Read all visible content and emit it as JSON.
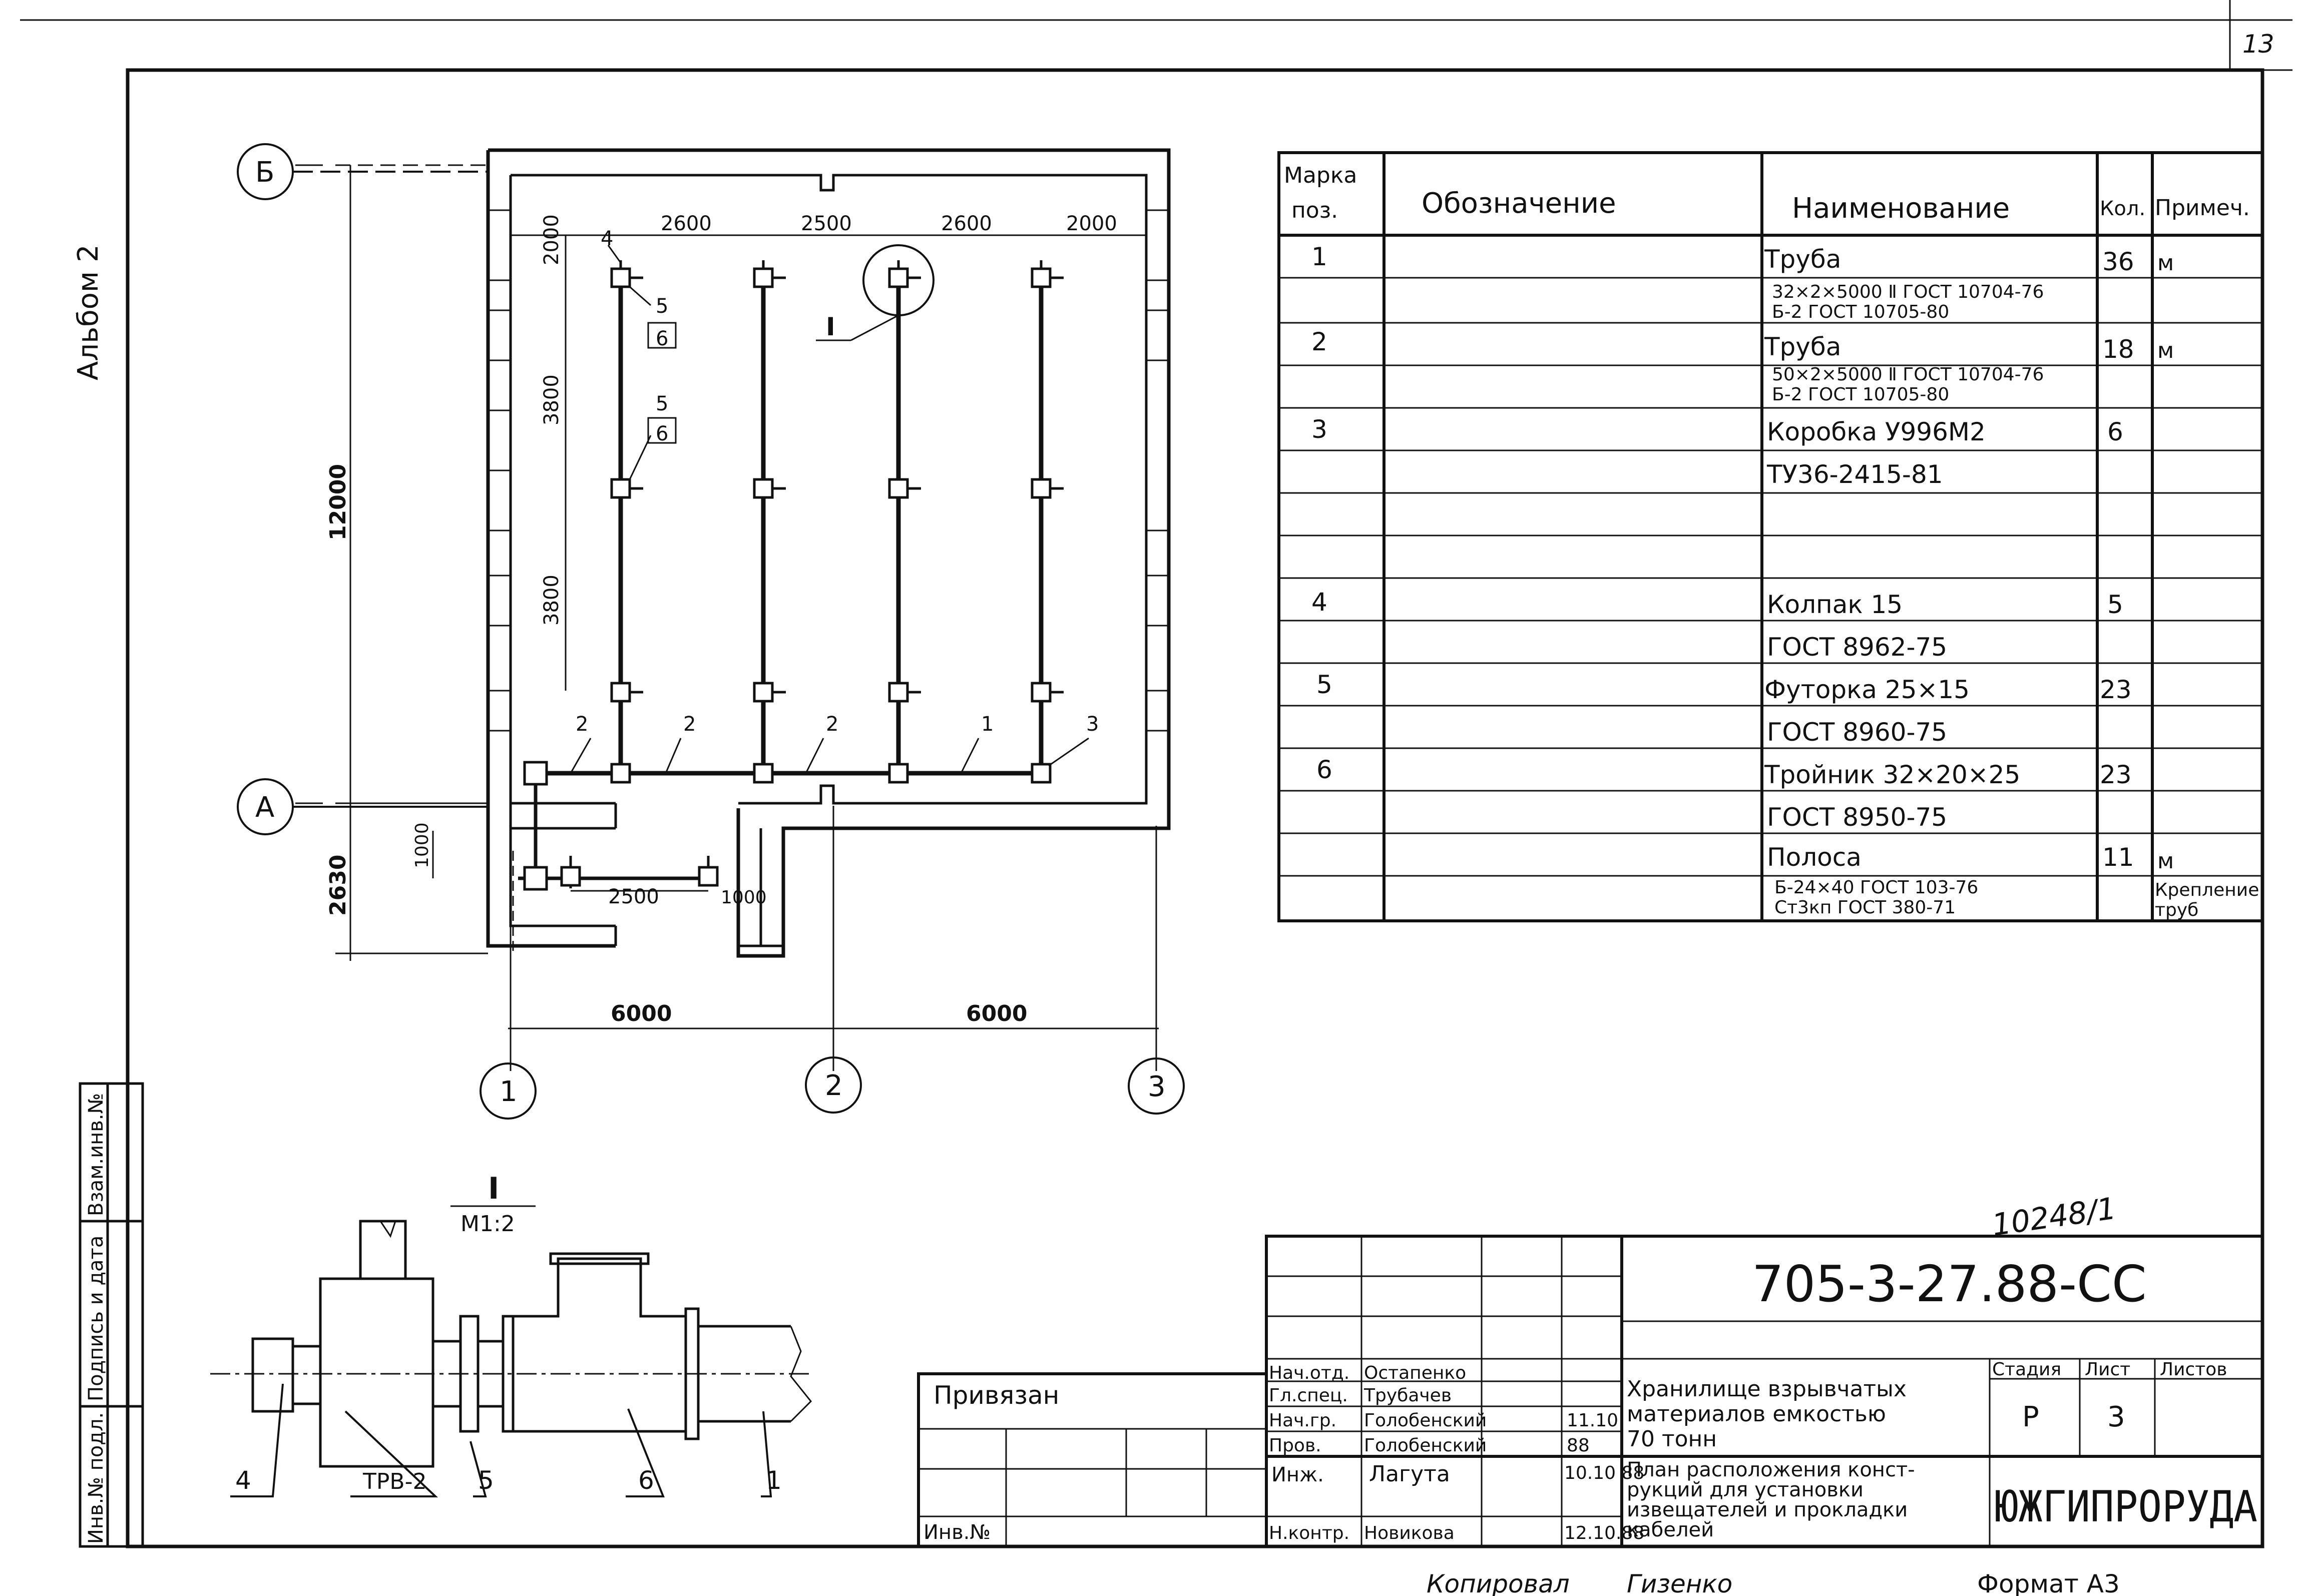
{
  "sheet_number": "13",
  "album_label": "Альбом 2",
  "grid_axes": {
    "rows": [
      "Б",
      "А"
    ],
    "cols": [
      "1",
      "2",
      "3"
    ]
  },
  "plan_dims": {
    "total_height": "12000",
    "vestibule_height": "2630",
    "top_offset": "2000",
    "pitch_1": "3800",
    "pitch_2": "3800",
    "col_1": "2600",
    "col_2": "2500",
    "col_3": "2600",
    "col_4": "2000",
    "bay_1": "6000",
    "bay_2": "6000",
    "vest_v": "1000",
    "vest_h": "2500",
    "vest_h2": "1000"
  },
  "plan_callouts": {
    "c4": "4",
    "c5a": "5",
    "c6a": "6",
    "c5b": "5",
    "c6b": "6",
    "node": "I",
    "p2a": "2",
    "p2b": "2",
    "p2c": "2",
    "p1": "1",
    "p3": "3"
  },
  "spec_table": {
    "headers": {
      "mark": "Марка",
      "pos": "поз.",
      "designation": "Обозначение",
      "name": "Наименование",
      "qty": "Кол.",
      "note": "Примеч."
    },
    "rows": [
      {
        "mark": "1",
        "name": "Труба",
        "qty": "36",
        "note": "м"
      },
      {
        "name": "32×2×5000 Ⅱ ГОСТ 10704-76",
        "name2": "Б-2 ГОСТ 10705-80"
      },
      {
        "mark": "2",
        "name": "Труба",
        "qty": "18",
        "note": "м"
      },
      {
        "name": "50×2×5000 Ⅱ ГОСТ 10704-76",
        "name2": "Б-2 ГОСТ 10705-80"
      },
      {
        "mark": "3",
        "name": "Коробка У996М2",
        "qty": "6"
      },
      {
        "name": "ТУ36-2415-81"
      },
      {},
      {},
      {
        "mark": "4",
        "name": "Колпак 15",
        "qty": "5"
      },
      {
        "name": "ГОСТ 8962-75"
      },
      {
        "mark": "5",
        "name": "Футорка 25×15",
        "qty": "23"
      },
      {
        "name": "ГОСТ 8960-75"
      },
      {
        "mark": "6",
        "name": "Тройник 32×20×25",
        "qty": "23"
      },
      {
        "name": "ГОСТ 8950-75"
      },
      {
        "name": "Полоса",
        "qty": "11",
        "note": "м"
      },
      {
        "name": "Б-24×40 ГОСТ 103-76",
        "name2": "Ст3кп ГОСТ 380-71",
        "note": "Крепление",
        "note2": "труб"
      }
    ]
  },
  "detail": {
    "title": "I",
    "scale": "М1:2",
    "labels": {
      "l4": "4",
      "trv": "ТРВ-2",
      "l5": "5",
      "l6": "6",
      "l1": "1"
    }
  },
  "side_stamp": {
    "inv_no": "Инв.№ подл.",
    "sign_date": "Подпись и дата",
    "vzam": "Взам.инв.№"
  },
  "title_block": {
    "archive_no": "10248/1",
    "doc_code": "705-3-27.88-СС",
    "privyazan": "Привязан",
    "inv_no": "Инв.№",
    "staff": [
      {
        "role": "Нач.отд.",
        "name": "Остапенко",
        "date": ""
      },
      {
        "role": "Гл.спец.",
        "name": "Трубачев",
        "date": ""
      },
      {
        "role": "Нач.гр.",
        "name": "Голобенский",
        "date": "11.10"
      },
      {
        "role": "Пров.",
        "name": "Голобенский",
        "date": "88"
      },
      {
        "role": "Инж.",
        "name": "Лагута",
        "date": "10.10 88"
      },
      {
        "role": "Н.контр.",
        "name": "Новикова",
        "date": "12.10.88"
      }
    ],
    "project_title": [
      "Хранилище взрывчатых",
      "материалов емкостью",
      "70 тонн"
    ],
    "sheet_title": [
      "План расположения конст-",
      "рукций для установки",
      "извещателей и прокладки",
      "кабелей"
    ],
    "stage_label": "Стадия",
    "sheet_label": "Лист",
    "sheets_label": "Листов",
    "stage": "Р",
    "sheet": "3",
    "sheets": "",
    "organization": "ЮЖГИПРОРУДА"
  },
  "footer": {
    "copied": "Копировал",
    "copied_name": "Гизенко",
    "format": "Формат А3"
  }
}
